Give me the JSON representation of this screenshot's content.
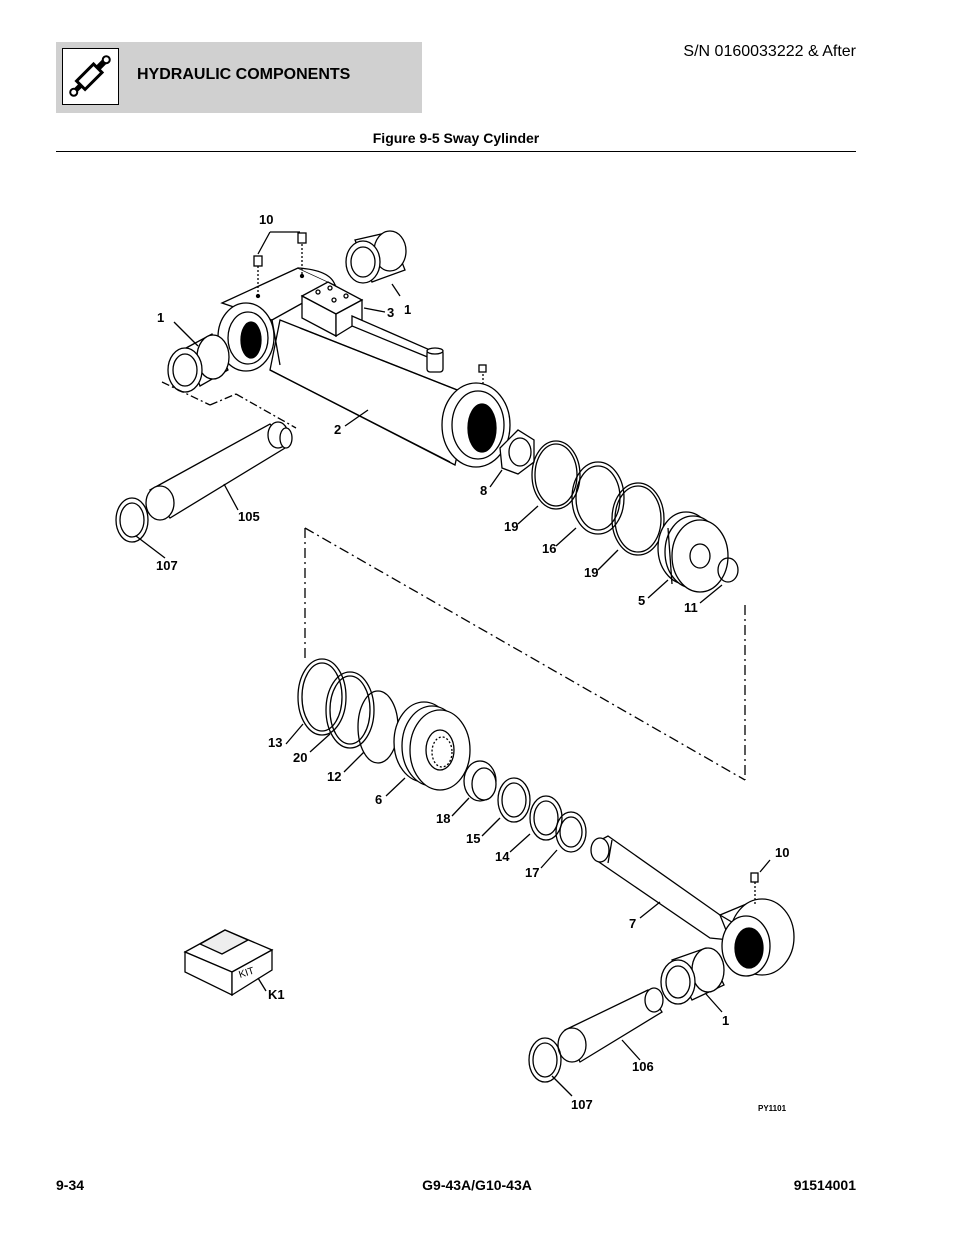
{
  "header": {
    "section_title": "HYDRAULIC COMPONENTS",
    "serial_note": "S/N 0160033222 & After",
    "icon": "hydraulic-cylinder-icon"
  },
  "figure": {
    "title": "Figure 9-5 Sway Cylinder",
    "reference": "PY1101",
    "kit_box_text": "KIT",
    "callouts": [
      "10",
      "1",
      "3",
      "1",
      "2",
      "8",
      "105",
      "107",
      "19",
      "16",
      "19",
      "5",
      "11",
      "13",
      "20",
      "12",
      "6",
      "18",
      "15",
      "14",
      "17",
      "10",
      "7",
      "K1",
      "1",
      "106",
      "107"
    ]
  },
  "footer": {
    "page_number": "9-34",
    "model": "G9-43A/G10-43A",
    "part_number": "91514001"
  }
}
